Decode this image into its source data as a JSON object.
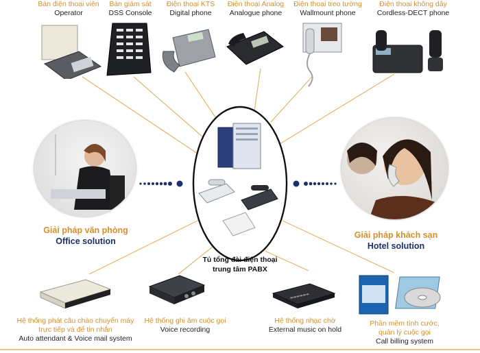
{
  "top_devices": [
    {
      "vn": "Bàn điện thoại viên",
      "en": "Operator",
      "icon": "operator-console-icon"
    },
    {
      "vn": "Bàn giám sát",
      "en": "DSS Console",
      "icon": "dss-console-icon"
    },
    {
      "vn": "Điện thoại KTS",
      "en": "Digital phone",
      "icon": "digital-phone-icon"
    },
    {
      "vn": "Điện thoại Analog",
      "en": "Analogue phone",
      "icon": "analogue-phone-icon"
    },
    {
      "vn": "Điện thoại treo tường",
      "en": "Wallmount phone",
      "icon": "wallmount-phone-icon"
    },
    {
      "vn": "Điện thoại không dây",
      "en": "Cordless-DECT phone",
      "icon": "cordless-phone-icon"
    }
  ],
  "left_solution": {
    "vn": "Giải pháp văn phòng",
    "en": "Office solution"
  },
  "right_solution": {
    "vn": "Giải pháp khách sạn",
    "en": "Hotel solution"
  },
  "center": {
    "line1": "Tủ tổng đài điện thoại",
    "line2": "trung tâm PABX"
  },
  "bottom_devices": [
    {
      "vn1": "Hệ thống phát câu chào chuyển máy",
      "vn2": "trực tiếp và để tin nhắn",
      "en": "Auto attendant & Voice mail system",
      "icon": "auto-attendant-box-icon"
    },
    {
      "vn1": "Hệ thống ghi âm cuộc gọi",
      "vn2": "",
      "en": "Voice recording",
      "icon": "voice-recorder-icon"
    },
    {
      "vn1": "Hệ thống nhạc chờ",
      "vn2": "",
      "en": "External music on hold",
      "icon": "music-on-hold-icon"
    },
    {
      "vn1": "Phần mềm tính cước,",
      "vn2": "quản lý cuộc gọi",
      "en": "Call billing system",
      "icon": "billing-software-icon"
    }
  ],
  "colors": {
    "accent": "#d4902c",
    "navy": "#1c2f6b",
    "line": "#e2b66a",
    "dots": "#1c2f6b"
  }
}
